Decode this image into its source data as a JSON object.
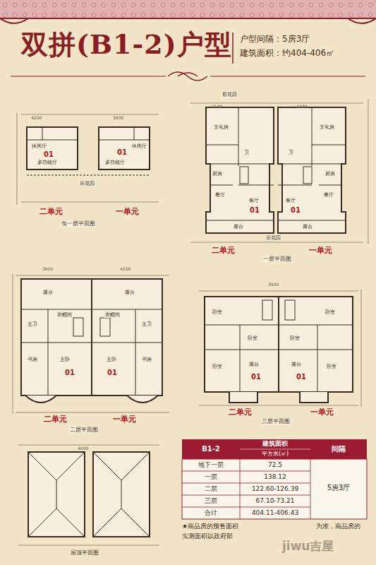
{
  "diagram": {
    "title": "双拼(B1-2)户型",
    "labels": [
      "户型间隔：5房3厅",
      "建筑面积：约404-406㎡",
      "休闲厅",
      "01",
      "多功能厅",
      "01",
      "多功能厅",
      "休闲厅",
      "后花园",
      "二单元",
      "一单元",
      "负一层平面图",
      "前花园",
      "文化房",
      "卫",
      "厨房",
      "餐厅",
      "客厅",
      "01",
      "露台",
      "文化房",
      "卫",
      "厨房",
      "餐厅",
      "客厅",
      "01",
      "露台",
      "后花园",
      "二单元",
      "一单元",
      "一层平面图",
      "露台",
      "露台",
      "衣帽间",
      "衣帽间",
      "主卫",
      "主卫",
      "书房",
      "主卧",
      "01",
      "主卧",
      "01",
      "书房",
      "二单元",
      "一单元",
      "二层平面图",
      "卧室",
      "卧室",
      "卧室",
      "露台",
      "01",
      "卧室",
      "卧室",
      "露台",
      "01",
      "卧室",
      "二单元",
      "一单元",
      "三层平面图",
      "屋顶平面图",
      "B1-2",
      "建筑面积",
      "平方米(㎡)",
      "间隔",
      "地下一层",
      "72.5",
      "一层",
      "138.12",
      "二层",
      "122.60-126.39",
      "三层",
      "67.10-73.21",
      "合计",
      "404.11-406.43",
      "5房3厅",
      "★商品房的预售面积",
      "为准，商品房的",
      "实测面积以政府部",
      "jiwu吉屋",
      "4200",
      "3900",
      "2100",
      "4200",
      "3900",
      "4200",
      "3900",
      "4000"
    ]
  }
}
